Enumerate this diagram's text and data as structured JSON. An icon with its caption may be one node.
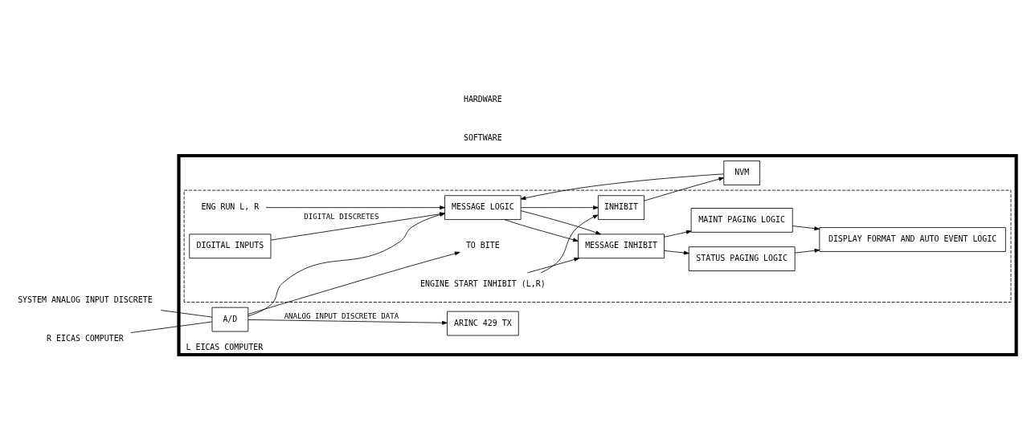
{
  "diagram": {
    "nodes": [
      {
        "text": [
          "L EICAS COMPUTER"
        ]
      },
      {
        "text": [],
        "shape": "box",
        "in": 0
      },
      {
        "text": [
          "SYSTEM ANALOG INPUT DISCRETE"
        ]
      },
      {
        "text": [
          "R EICAS COMPUTER"
        ]
      },
      {
        "text": [
          "A/D"
        ],
        "in": 0
      },
      {
        "text": [
          "ARINC 429 TX"
        ],
        "in": 0
      },
      {
        "text": [
          "TO BITE"
        ],
        "in": 1
      },
      {
        "text": [
          "DIGITAL INPUTS"
        ],
        "in": 1
      },
      {
        "text": [
          "NVM"
        ],
        "in": 0
      },
      {
        "text": [
          "INHIBIT"
        ],
        "in": 1
      },
      {
        "text": [
          "ENG RUN L, R"
        ],
        "in": 1
      },
      {
        "text": [
          "ENGINE START INHIBIT (L,R)"
        ],
        "in": 1
      },
      {
        "text": [
          "MESSAGE LOGIC"
        ],
        "in": 1
      },
      {
        "text": [
          "MESSAGE INHIBIT"
        ],
        "in": 1
      },
      {
        "text": [
          "STATUS PAGING LOGIC"
        ],
        "in": 1
      },
      {
        "text": [
          "MAINT PAGING LOGIC"
        ],
        "in": 1
      },
      {
        "text": [
          "DISPLAY FORMAT AND AUTO EVENT LOGIC"
        ],
        "in": 1
      }
    ],
    "edges": [
      {
        "from": 2,
        "to": 4,
        "arrow": "none"
      },
      {
        "from": 3,
        "to": 4,
        "arrow": "none"
      },
      {
        "from": 4,
        "to": 5,
        "arrow": "to",
        "label": "ANALOG INPUT DISCRETE DATA"
      },
      {
        "from": 4,
        "to": 6,
        "arrow": "to"
      },
      {
        "from": 4,
        "to": 12,
        "arrow": "to"
      },
      {
        "from": 7,
        "to": 12,
        "arrow": "to",
        "label": "DIGITAL DISCRETES"
      },
      {
        "from": 8,
        "to": 12,
        "arrow": "to"
      },
      {
        "from": 12,
        "to": 9,
        "arrow": "to"
      },
      {
        "from": 9,
        "to": 8,
        "arrow": "to"
      },
      {
        "from": 10,
        "to": 12,
        "arrow": "to"
      },
      {
        "from": 11,
        "to": 9,
        "arrow": "to"
      },
      {
        "from": 11,
        "to": 13,
        "arrow": "to"
      },
      {
        "from": 12,
        "to": 13,
        "arrow": "to"
      },
      {
        "from": 12,
        "to": 13,
        "arrow": "to"
      },
      {
        "from": 13,
        "to": 14,
        "arrow": "to"
      },
      {
        "from": 13,
        "to": 15,
        "arrow": "to"
      },
      {
        "from": 14,
        "to": 16,
        "arrow": "to"
      },
      {
        "from": 15,
        "to": 16,
        "arrow": "to"
      }
    ],
    "labels": [
      "HARDWARE",
      "SOFTWARE"
    ]
  }
}
